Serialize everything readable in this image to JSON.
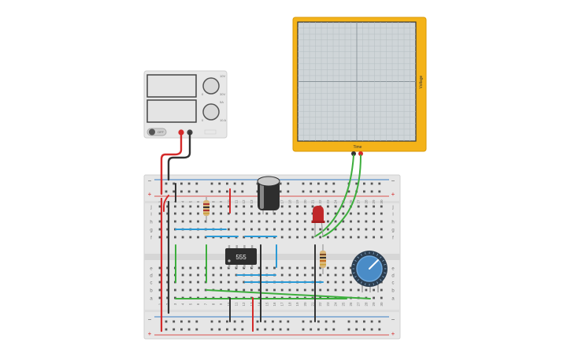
{
  "power_supply": {
    "knob1_max": "10V",
    "knob1_min": "0",
    "knob1_right": "30V",
    "knob2_max": "5A",
    "knob2_min": "0",
    "knob2_right": "10 A",
    "switch_label": "OFF"
  },
  "oscilloscope": {
    "x_label": "Time",
    "y_label": "Voltage"
  },
  "breadboard": {
    "row_labels_top": [
      "j",
      "i",
      "h",
      "g",
      "f"
    ],
    "row_labels_bottom": [
      "e",
      "d",
      "c",
      "b",
      "a"
    ],
    "plus": "+",
    "minus": "−",
    "column_numbers": [
      "1",
      "2",
      "3",
      "4",
      "5",
      "6",
      "7",
      "8",
      "9",
      "10",
      "11",
      "12",
      "13",
      "14",
      "15",
      "16",
      "17",
      "18",
      "19",
      "20",
      "21",
      "22",
      "23",
      "24",
      "25",
      "26",
      "27",
      "28",
      "29",
      "30"
    ]
  },
  "ic": {
    "label": "555"
  },
  "colors": {
    "wire_red": "#d42a2a",
    "wire_black": "#333333",
    "wire_green": "#3dae3d",
    "wire_blue": "#2b9ad6",
    "scope_frame": "#f4b319",
    "rail_red": "#d9534f",
    "rail_blue": "#3a7ec4"
  }
}
